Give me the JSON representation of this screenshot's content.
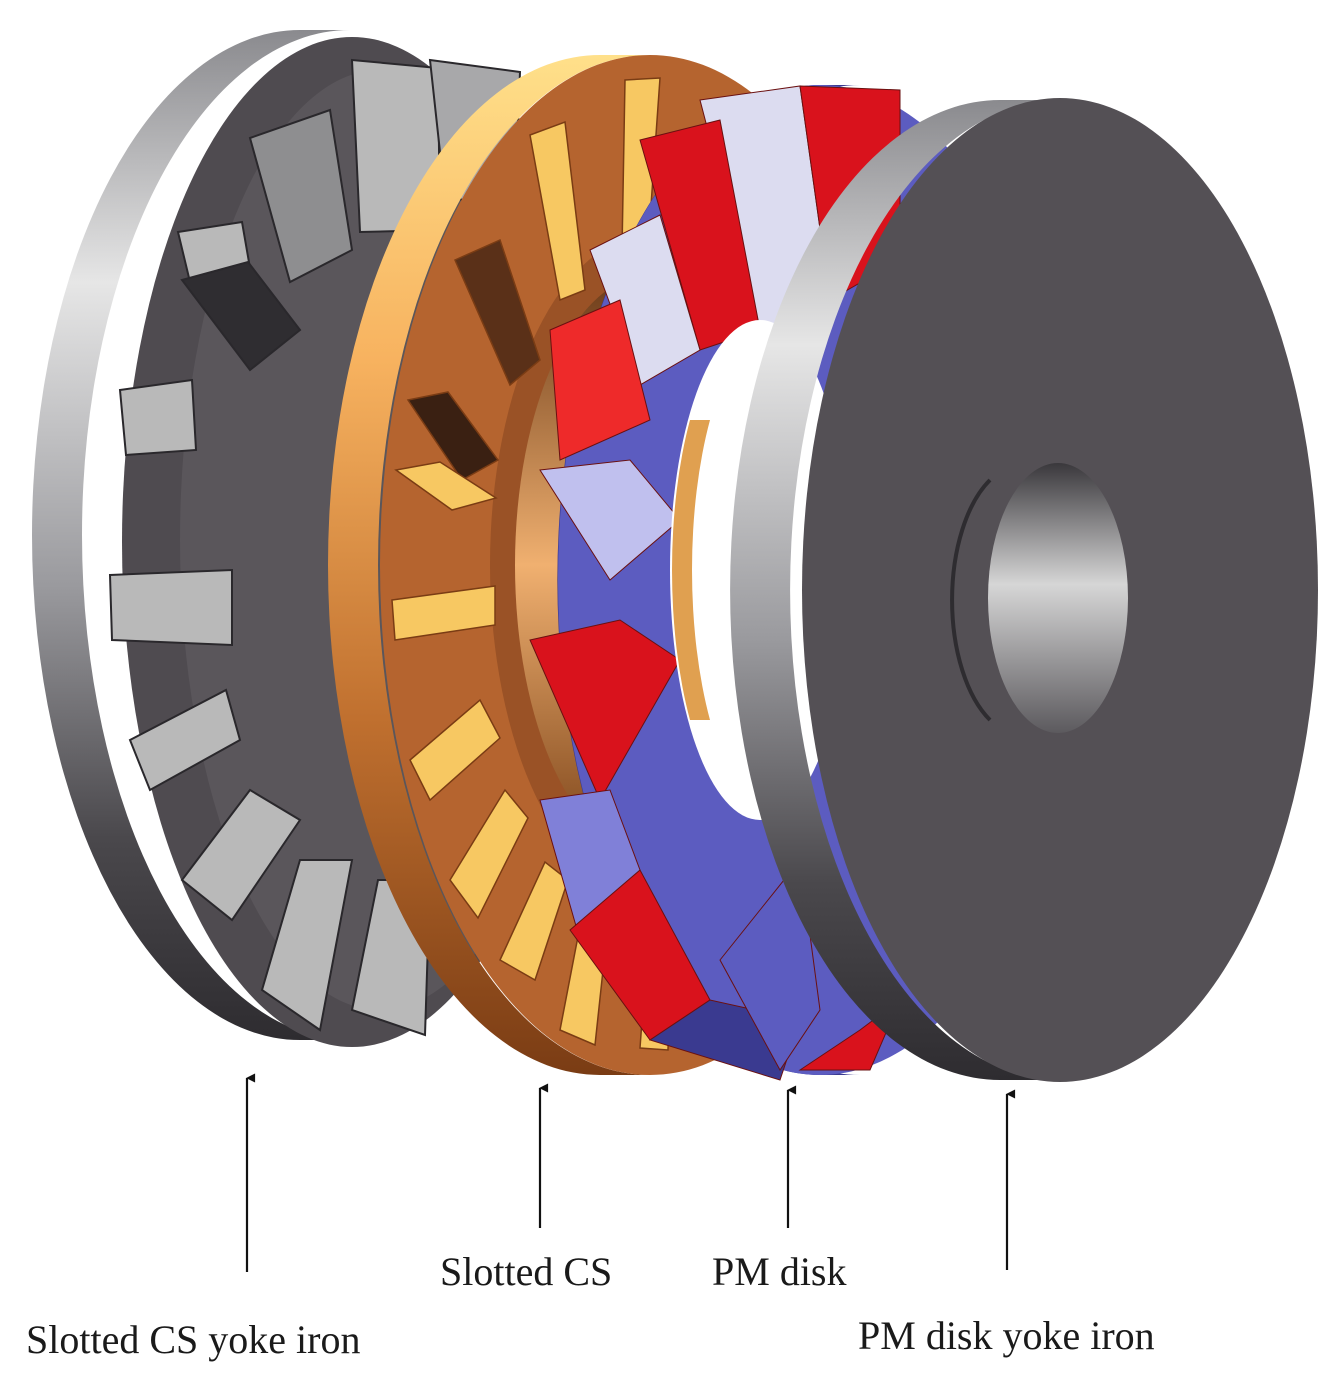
{
  "labels": {
    "slotted_cs_yoke_iron": "Slotted CS yoke iron",
    "slotted_cs": "Slotted CS",
    "pm_disk": "PM disk",
    "pm_disk_yoke_iron": "PM disk yoke iron"
  },
  "colors": {
    "steel_dark": "#545055",
    "steel_light": "#c0c0c0",
    "copper": "#b5642f",
    "copper_light": "#f5b262",
    "pm_red": "#d9121c",
    "pm_blue": "#5c5cc0",
    "pm_pale": "#dcdcf0"
  }
}
